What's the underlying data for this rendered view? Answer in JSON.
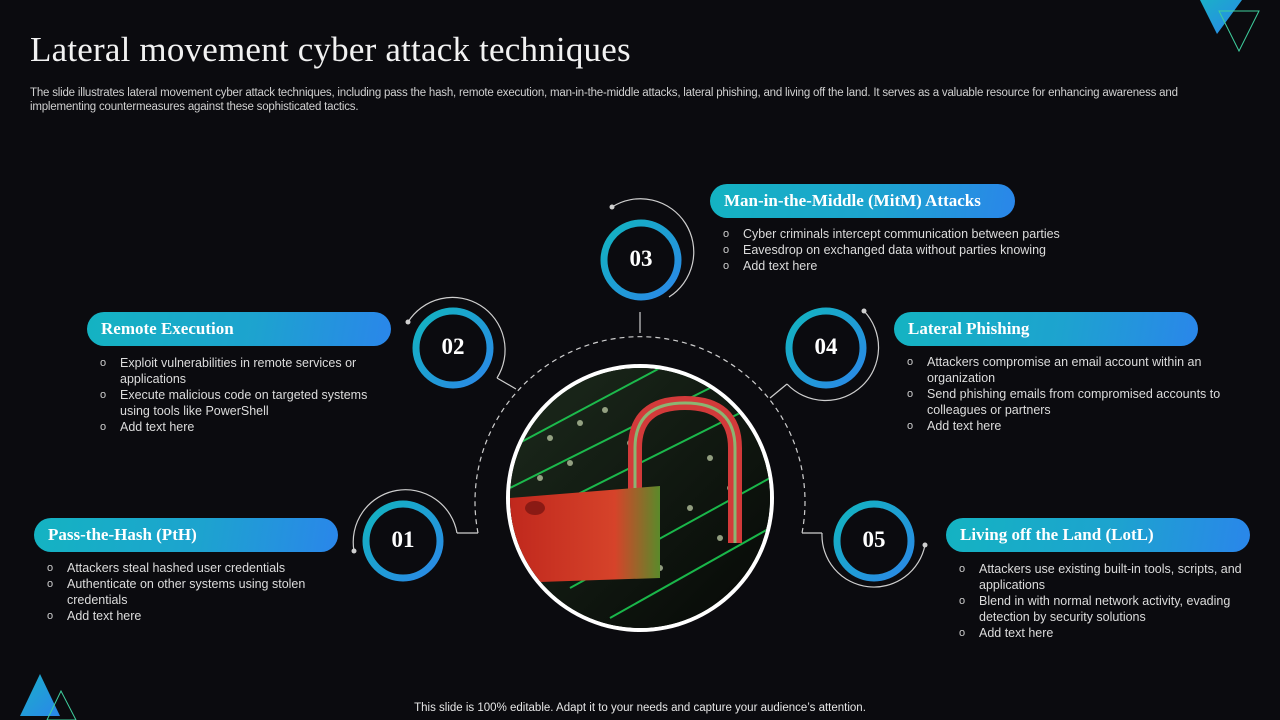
{
  "slide": {
    "title": "Lateral movement cyber attack techniques",
    "description": "The slide illustrates lateral movement cyber attack techniques, including pass the hash, remote execution, man-in-the-middle attacks, lateral phishing, and living off the land. It serves as a valuable resource for enhancing awareness and implementing countermeasures against these sophisticated tactics.",
    "footer": "This slide is 100% editable. Adapt it to your needs and capture your audience’s attention."
  },
  "colors": {
    "background": "#0b0b0f",
    "accent_teal": "#14b3c2",
    "accent_blue": "#2a86ea",
    "text": "#dcdcdc"
  },
  "center_image": {
    "icon": "padlock-on-keyboard-image"
  },
  "techniques": [
    {
      "number": "01",
      "title": "Pass-the-Hash (PtH)",
      "bullets": [
        "Attackers steal hashed user credentials",
        "Authenticate on other systems using stolen credentials",
        "Add text here"
      ]
    },
    {
      "number": "02",
      "title": "Remote Execution",
      "bullets": [
        "Exploit vulnerabilities  in remote services or applications",
        "Execute malicious code on targeted systems using tools like PowerShell",
        "Add text here"
      ]
    },
    {
      "number": "03",
      "title": "Man-in-the-Middle (MitM) Attacks",
      "bullets": [
        "Cyber criminals intercept communication between parties",
        "Eavesdrop on exchanged data without parties knowing",
        "Add text here"
      ]
    },
    {
      "number": "04",
      "title": "Lateral Phishing",
      "bullets": [
        "Attackers compromise an email account within an organization",
        "Send phishing emails from compromised accounts to colleagues or partners",
        "Add text here"
      ]
    },
    {
      "number": "05",
      "title": "Living off the Land (LotL)",
      "bullets": [
        "Attackers use existing built-in tools, scripts, and applications",
        "Blend in with normal network activity, evading detection by security solutions",
        "Add text here"
      ]
    }
  ]
}
